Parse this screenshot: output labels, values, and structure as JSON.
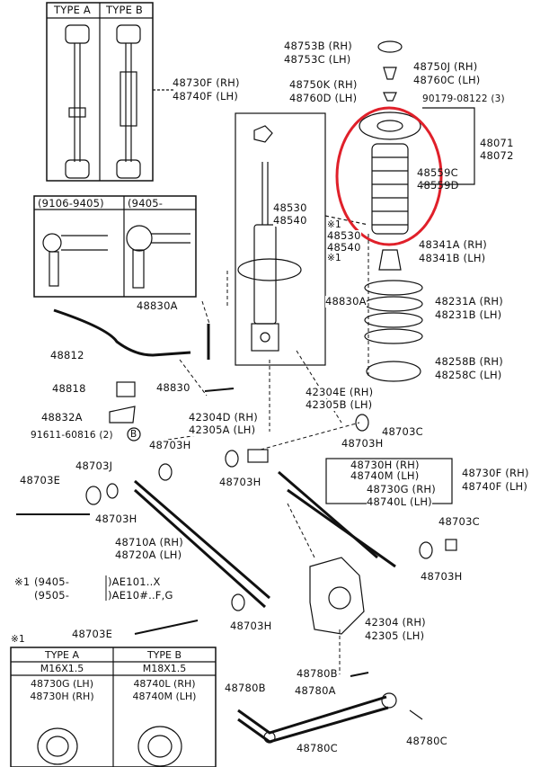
{
  "type_box_top": {
    "type_a": "TYPE A",
    "type_b": "TYPE B"
  },
  "date_box": {
    "range_1": "(9106-9405)",
    "range_2": "(9405-"
  },
  "parts": {
    "p48753B": "48753B (RH)",
    "p48753C": "48753C (LH)",
    "p48750J": "48750J (RH)",
    "p48760C": "48760C (LH)",
    "p48750K": "48750K (RH)",
    "p48760D": "48760D (LH)",
    "p90179": "90179-08122 (3)",
    "p48730F_top": "48730F (RH)",
    "p48740F_top": "48740F (LH)",
    "p48071": "48071",
    "p48072": "48072",
    "p48559C": "48559C",
    "p48559D": "48559D",
    "p48530": "48530",
    "p48540": "48540",
    "p48530b": "48530",
    "p48540b": "48540",
    "mark1a": "※1",
    "mark1b": "※1",
    "p48341A": "48341A (RH)",
    "p48341B": "48341B (LH)",
    "p48830A_left": "48830A",
    "p48830A_right": "48830A",
    "p48231A": "48231A (RH)",
    "p48231B": "48231B (LH)",
    "p48812": "48812",
    "p48258B": "48258B (RH)",
    "p48258C": "48258C (LH)",
    "p48818": "48818",
    "p48830": "48830",
    "p42304E": "42304E (RH)",
    "p42305B": "42305B (LH)",
    "p48832A": "48832A",
    "p42304D": "42304D (RH)",
    "p42305A": "42305A (LH)",
    "p91611": "91611-60816 (2)",
    "circleB": "B",
    "p48703C_1": "48703C",
    "p48703H_1": "48703H",
    "p48703H_2": "48703H",
    "p48730H": "48730H (RH)",
    "p48740M": "48740M (LH)",
    "p48730F_mid": "48730F (RH)",
    "p48740F_mid": "48740F (LH)",
    "p48703J": "48703J",
    "p48703E_1": "48703E",
    "p48703H_3": "48703H",
    "p48730G": "48730G (RH)",
    "p48740L": "48740L (LH)",
    "p48703H_4": "48703H",
    "p48703C_2": "48703C",
    "p48710A": "48710A (RH)",
    "p48720A": "48720A (LH)",
    "p48703H_5": "48703H",
    "note_mark": "※1",
    "note_r1_range": "(9405-",
    "note_r1_val": ")AE101..X",
    "note_r2_range": "(9505-",
    "note_r2_val": ")AE10#..F,G",
    "p48703H_6": "48703H",
    "p42304": "42304 (RH)",
    "p42305": "42305 (LH)",
    "p48703E_2": "48703E",
    "bottom_mark": "※1",
    "p48780B_1": "48780B",
    "p48780B_2": "48780B",
    "p48780A": "48780A",
    "p48780C_1": "48780C",
    "p48780C_2": "48780C"
  },
  "bottom_table": {
    "col_a": "TYPE A",
    "col_b": "TYPE B",
    "size_a": "M16X1.5",
    "size_b": "M18X1.5",
    "a_rh": "48730G (LH)",
    "a_lh": "48730H (RH)",
    "b_rh": "48740L (RH)",
    "b_lh": "48740M (LH)"
  },
  "highlight_color": "#e0202a"
}
